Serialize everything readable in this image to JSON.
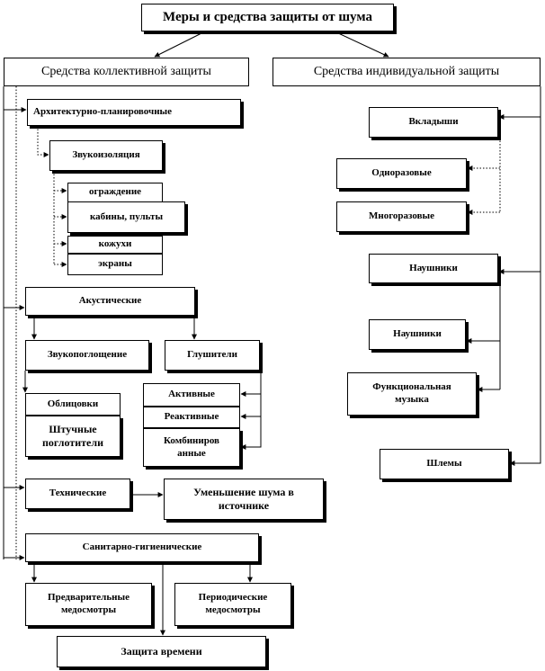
{
  "root": "Меры и средства защиты от шума",
  "collective": {
    "title": "Средства коллективной защиты",
    "architectural": "Архитектурно-планировочные",
    "soundproofing": "Звукоизоляция",
    "soundproofing_items": [
      "ограждение",
      "кабины, пульты",
      "кожухи",
      "экраны"
    ],
    "acoustic": "Акустические",
    "absorption": "Звукопоглощение",
    "absorption_items": [
      "Облицовки",
      "Штучные\nпоглотители"
    ],
    "silencers": "Глушители",
    "silencer_items": [
      "Активные",
      "Реактивные",
      "Комбиниров\nанные"
    ],
    "technical": "Технические",
    "source_reduction": "Уменьшение шума в\nисточнике",
    "sanitary": "Санитарно-гигиенические",
    "preliminary": "Предварительные\nмедосмотры",
    "periodic": "Периодические\nмедосмотры",
    "time_protection": "Защита времени"
  },
  "individual": {
    "title": "Средства индивидуальной защиты",
    "inserts": "Вкладыши",
    "disposable": "Одноразовые",
    "reusable": "Многоразовые",
    "headphones": "Наушники",
    "headphones_sub": "Наушники",
    "functional_music": "Функциональная\nмузыка",
    "helmets": "Шлемы"
  }
}
